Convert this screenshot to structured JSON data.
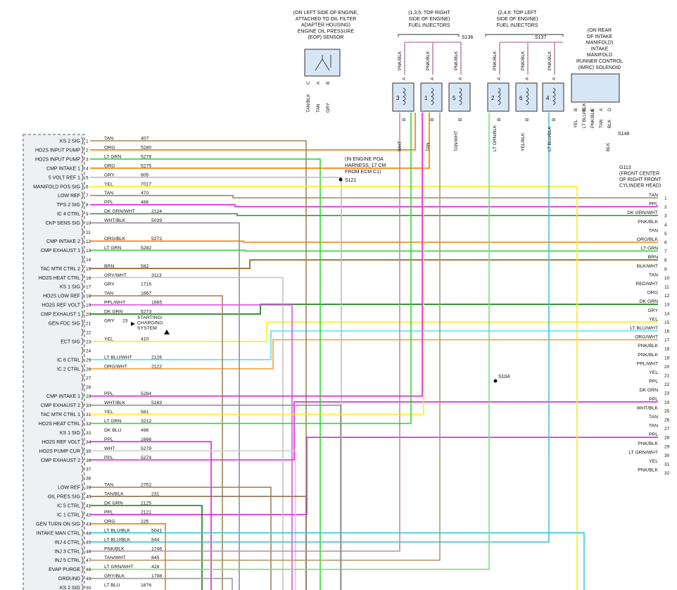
{
  "frame_labels": {
    "eop": [
      "(ON LEFT SIDE OF ENGINE,",
      "ATTACHED TO OIL FILTER",
      "ADAPTER HOUSING)",
      "ENGINE OIL PRESSURE",
      "(EOP) SENSOR"
    ],
    "inj_right": [
      "(1,3,5: TOP RIGHT",
      "SIDE OF ENGINE)",
      "FUEL INJECTORS"
    ],
    "inj_left": [
      "(2,4,6: TOP LEFT",
      "SIDE OF ENGINE)",
      "FUEL INJECTORS"
    ],
    "imrc": [
      "(ON REAR",
      "OF INTAKE",
      "MANIFOLD)",
      "INTAKE",
      "MANIFOLD",
      "RUNNER CONTROL",
      "(IMRC) SOLENOID"
    ],
    "poa": [
      "(IN ENGINE POA",
      "HARNESS, 17 CM",
      "FROM ECM C1)"
    ],
    "g113": [
      "G113",
      "(FRONT CENTER",
      "OF RIGHT FRONT",
      "CYLINDER HEAD)"
    ],
    "starting": [
      "STARTING/",
      "CHARGING",
      "SYSTEM"
    ]
  },
  "splices": {
    "s136": "S136",
    "s137": "S137",
    "s121": "S121",
    "s104": "S104",
    "s148": "S148"
  },
  "eop_pins": [
    "C",
    "A",
    "B"
  ],
  "eop_wires": [
    "TAN/BLK",
    "TAN",
    "GRY"
  ],
  "inj_top_wires": [
    "PNK/BLK",
    "PNK/BLK",
    "PNK/BLK",
    "PNK/BLK",
    "PNK/BLK",
    "PNK/BLK"
  ],
  "injectors": [
    {
      "num": "3",
      "pin_top": "A",
      "pin_bot": "B",
      "wire": "WHT"
    },
    {
      "num": "1",
      "pin_top": "A",
      "pin_bot": "B",
      "wire": "TAN"
    },
    {
      "num": "5",
      "pin_top": "A",
      "pin_bot": "B",
      "wire": "TAN/WHT"
    },
    {
      "num": "2",
      "pin_top": "A",
      "pin_bot": "B",
      "wire": "LT GRN/BLK"
    },
    {
      "num": "6",
      "pin_top": "A",
      "pin_bot": "B",
      "wire": "YEL/BLK"
    },
    {
      "num": "4",
      "pin_top": "A",
      "pin_bot": "B",
      "wire": "LT BLU/BLK"
    }
  ],
  "imrc_pins": [
    "B",
    "C",
    "E",
    "A",
    "D"
  ],
  "imrc_wires": [
    "YEL",
    "LT BLU/BLK",
    "PNK/BLK",
    "TAN",
    "BLK"
  ],
  "g113_wire": "BLK",
  "gen_fdc_circuit": "23",
  "ecm_pins": [
    {
      "n": "1",
      "sig": "KS 2 SIG",
      "color": "TAN",
      "ckt": "407"
    },
    {
      "n": "2",
      "sig": "HO2S INPUT PUMP",
      "color": "ORG",
      "ckt": "5280"
    },
    {
      "n": "3",
      "sig": "HO2S INPUT PUMP",
      "color": "LT GRN",
      "ckt": "5278"
    },
    {
      "n": "4",
      "sig": "CMP INTAKE 1",
      "color": "ORG",
      "ckt": "5275"
    },
    {
      "n": "5",
      "sig": "5 VOLT REF 1",
      "color": "GRY",
      "ckt": "605"
    },
    {
      "n": "6",
      "sig": "MANIFOLD POS SIG",
      "color": "YEL",
      "ckt": "7017"
    },
    {
      "n": "7",
      "sig": "LOW REF",
      "color": "TAN",
      "ckt": "470"
    },
    {
      "n": "8",
      "sig": "TPS 2 SIG",
      "color": "PPL",
      "ckt": "486"
    },
    {
      "n": "9",
      "sig": "IC 4 CTRL",
      "color": "DK GRN/WHT",
      "ckt": "2124"
    },
    {
      "n": "10",
      "sig": "CKP SENS SIG",
      "color": "WHT/BLK",
      "ckt": "5039"
    },
    {
      "n": "11",
      "sig": "",
      "color": "",
      "ckt": ""
    },
    {
      "n": "12",
      "sig": "CMP INTAKE 2",
      "color": "ORG/BLK",
      "ckt": "5272"
    },
    {
      "n": "13",
      "sig": "CMP EXHAUST 1",
      "color": "LT GRN",
      "ckt": "5282"
    },
    {
      "n": "14",
      "sig": "",
      "color": "",
      "ckt": ""
    },
    {
      "n": "15",
      "sig": "TAC MTR CTRL 2",
      "color": "BRN",
      "ckt": "582"
    },
    {
      "n": "16",
      "sig": "HO2S HEAT CTRL",
      "color": "GRY/WHT",
      "ckt": "3113"
    },
    {
      "n": "17",
      "sig": "KS 1 SIG",
      "color": "GRY",
      "ckt": "1716"
    },
    {
      "n": "18",
      "sig": "HO2S LOW REF",
      "color": "TAN",
      "ckt": "1667"
    },
    {
      "n": "19",
      "sig": "HO2S REF VOLT",
      "color": "PPL/WHT",
      "ckt": "1665"
    },
    {
      "n": "20",
      "sig": "CMP EXHAUST 1",
      "color": "DK GRN",
      "ckt": "5273"
    },
    {
      "n": "21",
      "sig": "GEN FDC SIG",
      "color": "GRY",
      "ckt": ""
    },
    {
      "n": "22",
      "sig": "",
      "color": "",
      "ckt": ""
    },
    {
      "n": "23",
      "sig": "ECT SIG",
      "color": "YEL",
      "ckt": "410"
    },
    {
      "n": "24",
      "sig": "",
      "color": "",
      "ckt": ""
    },
    {
      "n": "25",
      "sig": "IC 6 CTRL",
      "color": "LT BLU/WHT",
      "ckt": "2126"
    },
    {
      "n": "26",
      "sig": "IC 2 CTRL",
      "color": "ORG/WHT",
      "ckt": "2122"
    },
    {
      "n": "27",
      "sig": "",
      "color": "",
      "ckt": ""
    },
    {
      "n": "28",
      "sig": "",
      "color": "",
      "ckt": ""
    },
    {
      "n": "29",
      "sig": "CMP INTAKE 1",
      "color": "PPL",
      "ckt": "5284"
    },
    {
      "n": "30",
      "sig": "CMP EXHAUST 2",
      "color": "WHT/BLK",
      "ckt": "5283"
    },
    {
      "n": "31",
      "sig": "TAC MTR CTRL 1",
      "color": "YEL",
      "ckt": "581"
    },
    {
      "n": "32",
      "sig": "HO2S HEAT CTRL",
      "color": "LT GRN",
      "ckt": "3212"
    },
    {
      "n": "33",
      "sig": "KS 1 SIG",
      "color": "DK BLU",
      "ckt": "496"
    },
    {
      "n": "34",
      "sig": "HO2S REF VOLT",
      "color": "PPL",
      "ckt": "1666"
    },
    {
      "n": "35",
      "sig": "HO2S PUMP CUR",
      "color": "WHT",
      "ckt": "5279"
    },
    {
      "n": "36",
      "sig": "CMP EXHAUST 2",
      "color": "PPL",
      "ckt": "5274"
    },
    {
      "n": "37",
      "sig": "",
      "color": "",
      "ckt": ""
    },
    {
      "n": "38",
      "sig": "",
      "color": "",
      "ckt": ""
    },
    {
      "n": "39",
      "sig": "LOW REF",
      "color": "TAN",
      "ckt": "2752"
    },
    {
      "n": "40",
      "sig": "OIL PRES SIG",
      "color": "TAN/BLK",
      "ckt": "231"
    },
    {
      "n": "41",
      "sig": "IC 5 CTRL",
      "color": "DK GRN",
      "ckt": "2125"
    },
    {
      "n": "42",
      "sig": "IC 1 CTRL",
      "color": "PPL",
      "ckt": "2121"
    },
    {
      "n": "43",
      "sig": "GEN TURN ON SIG",
      "color": "ORG",
      "ckt": "225"
    },
    {
      "n": "44",
      "sig": "INTAKE MAN CTRL",
      "color": "LT BLU/BLK",
      "ckt": "5041"
    },
    {
      "n": "45",
      "sig": "INJ 4 CTRL",
      "color": "LT BLU/BLK",
      "ckt": "844"
    },
    {
      "n": "46",
      "sig": "INJ 3 CTRL",
      "color": "PNK/BLK",
      "ckt": "1746"
    },
    {
      "n": "47",
      "sig": "INJ 5 CTRL",
      "color": "TAN/WHT",
      "ckt": "845"
    },
    {
      "n": "48",
      "sig": "EVAP PURGE",
      "color": "LT GRN/WHT",
      "ckt": "428"
    },
    {
      "n": "49",
      "sig": "GROUND",
      "color": "GRY/BLK",
      "ckt": "1798"
    },
    {
      "n": "50",
      "sig": "KS 2 SIG",
      "color": "LT BLU",
      "ckt": "1876"
    }
  ],
  "right_pins": [
    {
      "n": "1",
      "color": "TAN"
    },
    {
      "n": "2",
      "color": "PPL"
    },
    {
      "n": "3",
      "color": "DK GRN/WHT"
    },
    {
      "n": "4",
      "color": "PNK/BLK"
    },
    {
      "n": "5",
      "color": "TAN"
    },
    {
      "n": "6",
      "color": "ORG/BLK"
    },
    {
      "n": "7",
      "color": "LT GRN"
    },
    {
      "n": "8",
      "color": "BRN"
    },
    {
      "n": "9",
      "color": "BLK/WHT"
    },
    {
      "n": "10",
      "color": "TAN"
    },
    {
      "n": "11",
      "color": "RED/WHT"
    },
    {
      "n": "12",
      "color": "ORG"
    },
    {
      "n": "13",
      "color": "DK GRN"
    },
    {
      "n": "14",
      "color": "GRY"
    },
    {
      "n": "15",
      "color": "YEL"
    },
    {
      "n": "16",
      "color": "LT BLU/WHT"
    },
    {
      "n": "17",
      "color": "ORG/WHT"
    },
    {
      "n": "18",
      "color": "PNK/BLK"
    },
    {
      "n": "19",
      "color": "PNK/BLK"
    },
    {
      "n": "20",
      "color": "PPL/WHT"
    },
    {
      "n": "21",
      "color": "YEL"
    },
    {
      "n": "22",
      "color": "PPL"
    },
    {
      "n": "23",
      "color": "DK GRN"
    },
    {
      "n": "24",
      "color": "PPL"
    },
    {
      "n": "25",
      "color": "WHT/BLK"
    },
    {
      "n": "26",
      "color": "TAN"
    },
    {
      "n": "27",
      "color": "TAN"
    },
    {
      "n": "28",
      "color": "PPL"
    },
    {
      "n": "29",
      "color": "PNK/BLK"
    },
    {
      "n": "30",
      "color": "LT GRN/WHT"
    },
    {
      "n": "31",
      "color": "YEL"
    },
    {
      "n": "32",
      "color": "PNK/BLK"
    }
  ],
  "wire_hex": {
    "TAN": "#a08658",
    "ORG": "#f57c00",
    "LT GRN": "#33d633",
    "GRY": "#bdbdbd",
    "YEL": "#f5ef1a",
    "PPL": "#e020e0",
    "DK GRN/WHT": "#4a8a4a",
    "WHT/BLK": "#909090",
    "ORG/BLK": "#f57c00",
    "BRN": "#8a5a1e",
    "GRY/WHT": "#c4c4c4",
    "PPL/WHT": "#e050e0",
    "DK GRN": "#107a10",
    "LT BLU/WHT": "#5ae0e8",
    "ORG/WHT": "#f5a040",
    "DK BLU": "#1a2e8a",
    "WHT": "#cfcfcf",
    "TAN/BLK": "#8a7250",
    "LT BLU/BLK": "#3ac8d8",
    "PNK/BLK": "#c08aa8",
    "TAN/WHT": "#b09a70",
    "LT GRN/WHT": "#7ae07a",
    "GRY/BLK": "#9a9a9a",
    "LT BLU": "#5ad0f0",
    "BLK/WHT": "#555555",
    "RED/WHT": "#d03030",
    "BLK": "#222222",
    "YEL/BLK": "#d8d01a",
    "LT GRN/BLK": "#3ab83a"
  }
}
